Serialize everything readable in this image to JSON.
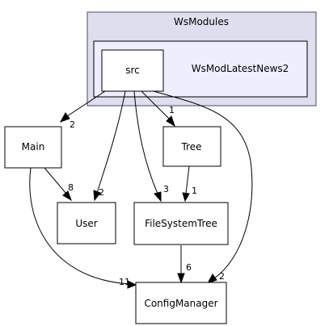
{
  "graph": {
    "outer_cluster": {
      "label": "WsModules",
      "fill": "#dedeee",
      "stroke": "#4b4b67"
    },
    "inner_cluster": {
      "label": "WsModLatestNews2",
      "fill": "#eeeeff",
      "stroke": "#000000"
    },
    "nodes": {
      "src": "src",
      "main": "Main",
      "tree": "Tree",
      "user": "User",
      "filesystemtree": "FileSystemTree",
      "configmanager": "ConfigManager"
    },
    "edges": [
      {
        "from": "src",
        "to": "main",
        "label": "2"
      },
      {
        "from": "src",
        "to": "tree",
        "label": "1"
      },
      {
        "from": "src",
        "to": "user",
        "label": "2"
      },
      {
        "from": "src",
        "to": "filesystemtree",
        "label": "3"
      },
      {
        "from": "src",
        "to": "configmanager",
        "label": "2"
      },
      {
        "from": "main",
        "to": "user",
        "label": "8"
      },
      {
        "from": "main",
        "to": "configmanager",
        "label": "11"
      },
      {
        "from": "tree",
        "to": "filesystemtree",
        "label": "1"
      },
      {
        "from": "filesystemtree",
        "to": "configmanager",
        "label": "6"
      }
    ]
  }
}
